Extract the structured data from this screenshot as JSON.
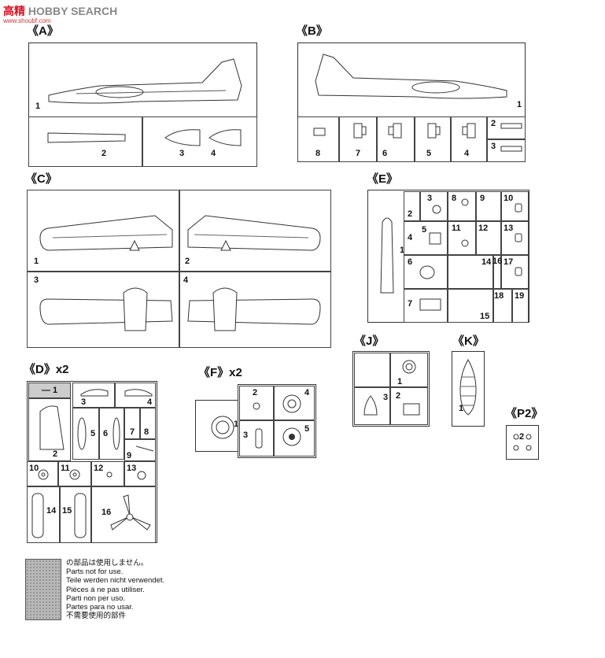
{
  "watermark": {
    "brand_red": "高精",
    "brand_gray": "HOBBY SEARCH",
    "url": "www.shoubf.com"
  },
  "sections": {
    "A": {
      "label": "《A》",
      "parts": [
        "1",
        "2",
        "3",
        "4"
      ]
    },
    "B": {
      "label": "《B》",
      "parts": [
        "1",
        "2",
        "3",
        "4",
        "5",
        "6",
        "7",
        "8"
      ]
    },
    "C": {
      "label": "《C》",
      "parts": [
        "1",
        "2",
        "3",
        "4"
      ]
    },
    "D": {
      "label": "《D》x2",
      "parts": [
        "— 1",
        "2",
        "3",
        "4",
        "5",
        "6",
        "7",
        "8",
        "9",
        "10",
        "11",
        "12",
        "13",
        "14",
        "15",
        "16"
      ]
    },
    "E": {
      "label": "《E》",
      "parts": [
        "1",
        "2",
        "3",
        "4",
        "5",
        "6",
        "7",
        "8",
        "9",
        "10",
        "11",
        "12",
        "13",
        "14",
        "15",
        "16",
        "17",
        "18",
        "19"
      ]
    },
    "F": {
      "label": "《F》x2",
      "parts": [
        "1",
        "2",
        "3",
        "4",
        "5"
      ]
    },
    "J": {
      "label": "《J》",
      "parts": [
        "1",
        "2",
        "3"
      ]
    },
    "K": {
      "label": "《K》",
      "parts": [
        "1"
      ]
    },
    "P2": {
      "label": "《P2》",
      "parts": [
        "2"
      ]
    }
  },
  "legend": {
    "lines": [
      "の部品は使用しません。",
      "Parts not for use.",
      "Teile werden nicht verwendet.",
      "Pièces á ne pas utiliser.",
      "Parti non per uso.",
      "Partes para no usar.",
      "不需要使用的部件"
    ]
  }
}
